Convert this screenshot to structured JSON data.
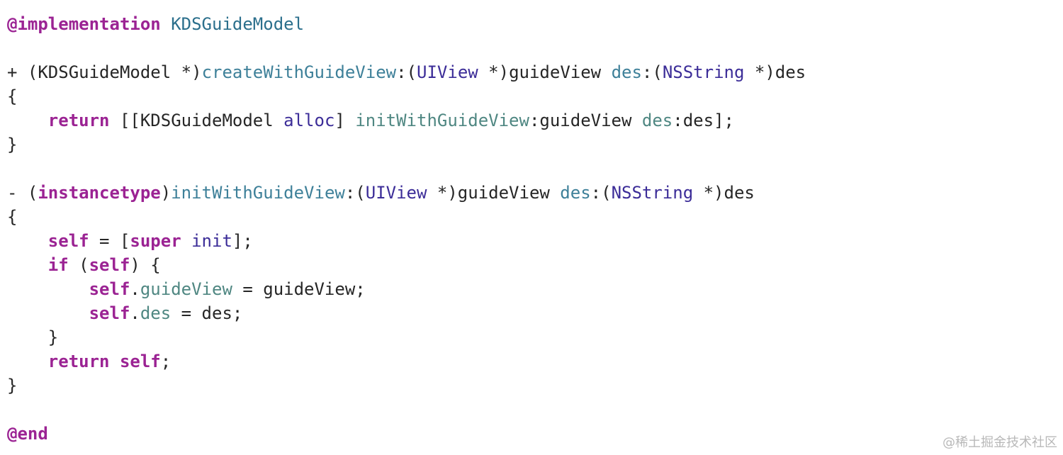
{
  "colors": {
    "keyword": "#9b2393",
    "class": "#2b6f8c",
    "method": "#3e8099",
    "type": "#3c2d98",
    "property": "#4f8782",
    "plain": "#262626",
    "watermark": "#b8b8b8"
  },
  "code": {
    "lines": [
      [
        {
          "t": "@implementation",
          "k": "keyword",
          "b": true
        },
        {
          "t": " "
        },
        {
          "t": "KDSGuideModel",
          "k": "class"
        }
      ],
      [],
      [
        {
          "t": "+ ("
        },
        {
          "t": "KDSGuideModel"
        },
        {
          "t": " *)"
        },
        {
          "t": "createWithGuideView",
          "k": "method"
        },
        {
          "t": ":("
        },
        {
          "t": "UIView",
          "k": "type"
        },
        {
          "t": " *)guideView "
        },
        {
          "t": "des",
          "k": "method"
        },
        {
          "t": ":("
        },
        {
          "t": "NSString",
          "k": "type"
        },
        {
          "t": " *)des"
        }
      ],
      [
        {
          "t": "{"
        }
      ],
      [
        {
          "t": "    "
        },
        {
          "t": "return",
          "k": "keyword",
          "b": true
        },
        {
          "t": " [["
        },
        {
          "t": "KDSGuideModel"
        },
        {
          "t": " "
        },
        {
          "t": "alloc",
          "k": "type"
        },
        {
          "t": "] "
        },
        {
          "t": "initWithGuideView",
          "k": "property"
        },
        {
          "t": ":guideView "
        },
        {
          "t": "des",
          "k": "property"
        },
        {
          "t": ":des];"
        }
      ],
      [
        {
          "t": "}"
        }
      ],
      [],
      [
        {
          "t": "- ("
        },
        {
          "t": "instancetype",
          "k": "keyword",
          "b": true
        },
        {
          "t": ")"
        },
        {
          "t": "initWithGuideView",
          "k": "method"
        },
        {
          "t": ":("
        },
        {
          "t": "UIView",
          "k": "type"
        },
        {
          "t": " *)guideView "
        },
        {
          "t": "des",
          "k": "method"
        },
        {
          "t": ":("
        },
        {
          "t": "NSString",
          "k": "type"
        },
        {
          "t": " *)des"
        }
      ],
      [
        {
          "t": "{"
        }
      ],
      [
        {
          "t": "    "
        },
        {
          "t": "self",
          "k": "keyword",
          "b": true
        },
        {
          "t": " = ["
        },
        {
          "t": "super",
          "k": "keyword",
          "b": true
        },
        {
          "t": " "
        },
        {
          "t": "init",
          "k": "type"
        },
        {
          "t": "];"
        }
      ],
      [
        {
          "t": "    "
        },
        {
          "t": "if",
          "k": "keyword",
          "b": true
        },
        {
          "t": " ("
        },
        {
          "t": "self",
          "k": "keyword",
          "b": true
        },
        {
          "t": ") {"
        }
      ],
      [
        {
          "t": "        "
        },
        {
          "t": "self",
          "k": "keyword",
          "b": true
        },
        {
          "t": "."
        },
        {
          "t": "guideView",
          "k": "property"
        },
        {
          "t": " = guideView;"
        }
      ],
      [
        {
          "t": "        "
        },
        {
          "t": "self",
          "k": "keyword",
          "b": true
        },
        {
          "t": "."
        },
        {
          "t": "des",
          "k": "property"
        },
        {
          "t": " = des;"
        }
      ],
      [
        {
          "t": "    }"
        }
      ],
      [
        {
          "t": "    "
        },
        {
          "t": "return",
          "k": "keyword",
          "b": true
        },
        {
          "t": " "
        },
        {
          "t": "self",
          "k": "keyword",
          "b": true
        },
        {
          "t": ";"
        }
      ],
      [
        {
          "t": "}"
        }
      ],
      [],
      [
        {
          "t": "@end",
          "k": "keyword",
          "b": true
        }
      ]
    ]
  },
  "watermark": {
    "text": "@稀土掘金技术社区"
  }
}
